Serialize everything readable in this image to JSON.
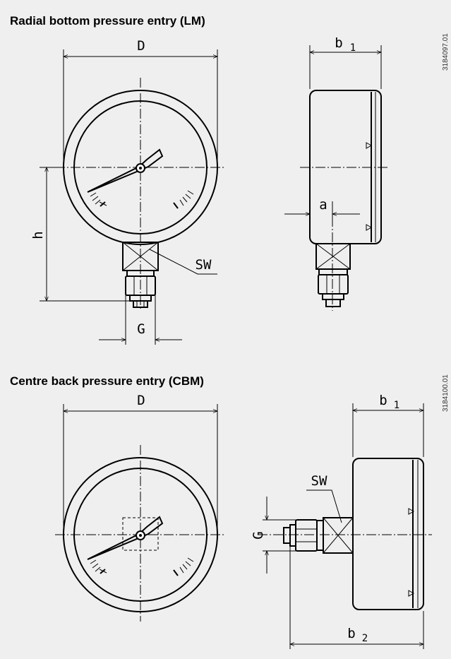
{
  "section_lm": {
    "heading": "Radial bottom pressure entry (LM)",
    "drawing_id": "3184097.01",
    "labels": {
      "D": "D",
      "b1": "b",
      "b1_sub": "1",
      "a": "a",
      "h": "h",
      "SW": "SW",
      "G": "G"
    }
  },
  "section_cbm": {
    "heading": "Centre back pressure entry (CBM)",
    "drawing_id": "3184100.01",
    "labels": {
      "D": "D",
      "b1": "b",
      "b1_sub": "1",
      "b2": "b",
      "b2_sub": "2",
      "SW": "SW",
      "G": "G"
    }
  }
}
